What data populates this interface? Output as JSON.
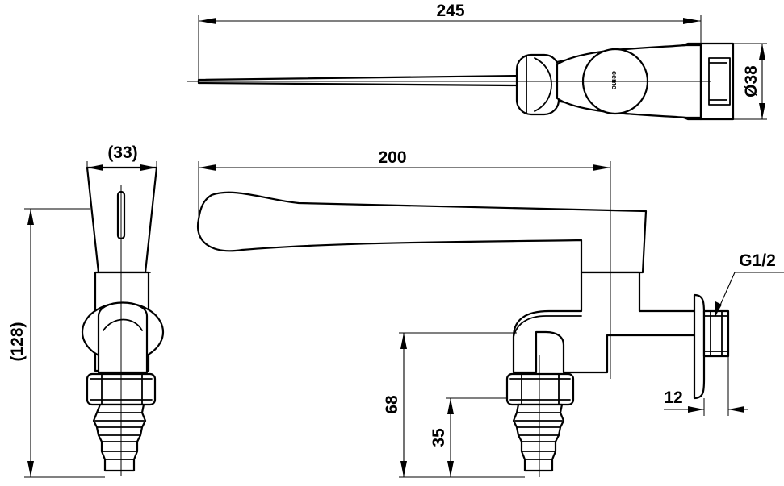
{
  "dimensions": {
    "overall_length": "245",
    "inlet_diameter": "Ø38",
    "width": "(33)",
    "lever_length": "200",
    "thread": "G1/2",
    "height": "(128)",
    "outlet_height": "68",
    "nozzle_height": "35",
    "inlet_length": "12"
  },
  "brand_mark": "ceme"
}
